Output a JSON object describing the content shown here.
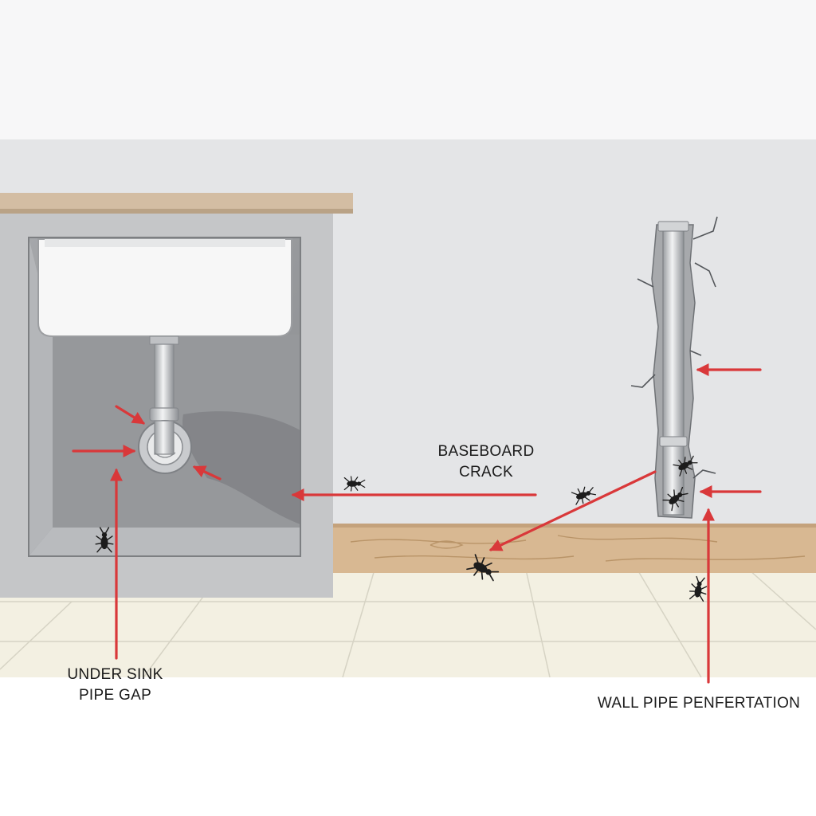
{
  "labels": {
    "under_sink_line1": "UNDER SINK",
    "under_sink_line2": "PIPE GAP",
    "baseboard_line1": "BASEBOARD",
    "baseboard_line2": "CRACK",
    "wall_pipe": "WALL PIPE PENFERTATION"
  },
  "colors": {
    "arrow": "#d9383a",
    "wall": "#e4e5e7",
    "cabinet": "#c5c6c8",
    "countertop": "#d3bda3",
    "baseboard": "#d8b892",
    "floor": "#f3f0e2",
    "insect": "#1c1c1c"
  },
  "icons": [
    "sink-icon",
    "p-trap-pipe-icon",
    "wall-pipe-icon",
    "insect-icon",
    "arrow-icon"
  ]
}
